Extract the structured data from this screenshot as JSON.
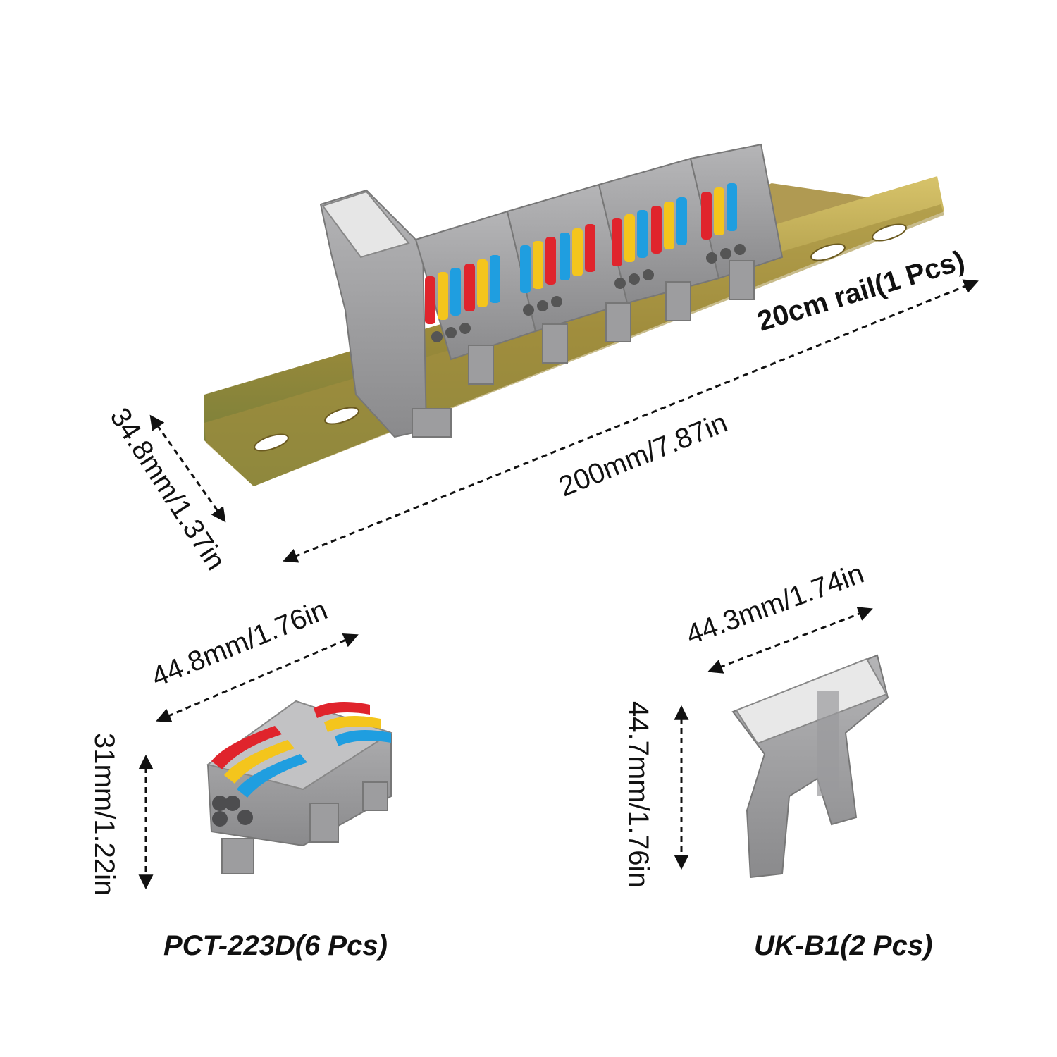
{
  "labels": {
    "rail_caption": "20cm rail(1 Pcs)",
    "rail_length": "200mm/7.87in",
    "rail_width": "34.8mm/1.37in",
    "pct_width": "44.8mm/1.76in",
    "pct_height": "31mm/1.22in",
    "pct_caption": "PCT-223D(6 Pcs)",
    "uk_width": "44.3mm/1.74in",
    "uk_height": "44.7mm/1.76in",
    "uk_caption": "UK-B1(2 Pcs)"
  },
  "colors": {
    "housing_gray": "#9a9a9c",
    "lever_red": "#e0242c",
    "lever_yellow": "#f4c51c",
    "lever_blue": "#1f9ee0",
    "rail_gold": "#b89a3c"
  }
}
